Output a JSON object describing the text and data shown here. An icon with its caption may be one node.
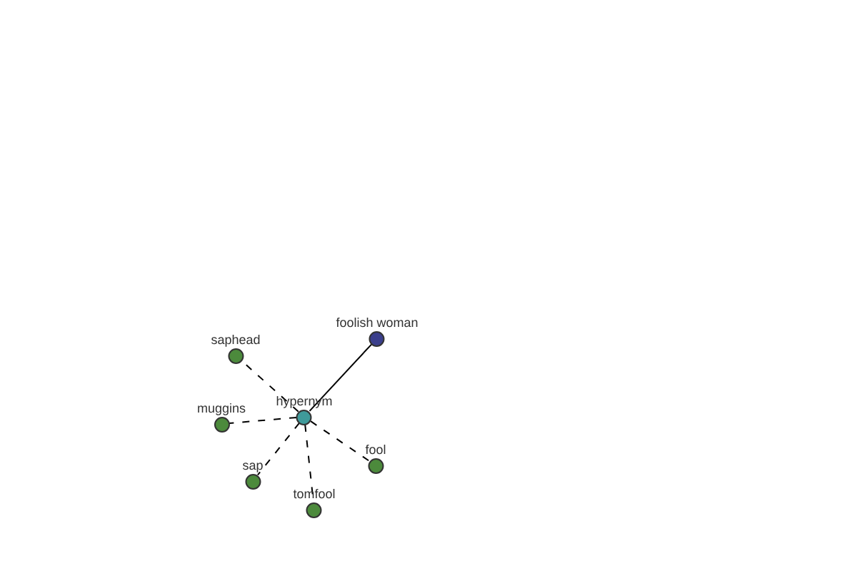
{
  "diagram": {
    "nodes": [
      {
        "text": [
          "foolish woman"
        ]
      },
      {
        "text": [
          "saphead"
        ]
      },
      {
        "text": [
          "hypernym"
        ]
      },
      {
        "text": [
          "muggins"
        ]
      },
      {
        "text": [
          "fool"
        ]
      },
      {
        "text": [
          "sap"
        ]
      },
      {
        "text": [
          "tomfool"
        ]
      }
    ],
    "edges": [
      {
        "from": 2,
        "to": 0,
        "arrow": "none"
      },
      {
        "from": 2,
        "to": 1,
        "arrow": "none",
        "style": "dashed"
      },
      {
        "from": 2,
        "to": 3,
        "arrow": "none",
        "style": "dashed"
      },
      {
        "from": 2,
        "to": 4,
        "arrow": "none",
        "style": "dashed"
      },
      {
        "from": 2,
        "to": 5,
        "arrow": "none",
        "style": "dashed"
      },
      {
        "from": 2,
        "to": 6,
        "arrow": "none",
        "style": "dashed"
      }
    ]
  }
}
